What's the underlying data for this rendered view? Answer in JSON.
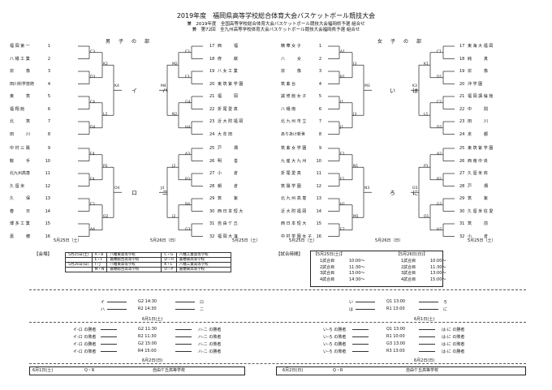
{
  "header": {
    "title": "2019年度　福岡県高等学校総合体育大会バスケットボール競技大会",
    "line2": "兼　2019年度　全国高等学校総合体育大会バスケットボール競技大会福岡県予選 組合せ",
    "line3": "兼　第72回　全九州高等学校体育大会バスケットボール競技大会福岡県予選 組合せ"
  },
  "sections": {
    "boys": "男　子　の　部",
    "girls": "女　子　の　部"
  },
  "boys_left": [
    {
      "n": "1",
      "name": "福 岡 第 一"
    },
    {
      "n": "2",
      "name": "八 幡 工 業"
    },
    {
      "n": "3",
      "name": "宗　　　像"
    },
    {
      "n": "4",
      "name": "田川科学技術"
    },
    {
      "n": "5",
      "name": "東　　　筑"
    },
    {
      "n": "6",
      "name": "福 翔 館"
    },
    {
      "n": "7",
      "name": "北　　　筑"
    },
    {
      "n": "8",
      "name": "田　　　川"
    },
    {
      "n": "9",
      "name": "中 村 三 陽"
    },
    {
      "n": "10",
      "name": "鞍　　　手"
    },
    {
      "n": "11",
      "name": "北九州高専"
    },
    {
      "n": "12",
      "name": "久 留 米"
    },
    {
      "n": "13",
      "name": "久　　　保"
    },
    {
      "n": "14",
      "name": "春　　　日"
    },
    {
      "n": "15",
      "name": "博 多 工 業"
    },
    {
      "n": "16",
      "name": "嘉　　　穂"
    }
  ],
  "boys_right": [
    {
      "n": "17",
      "name": "西　　　福"
    },
    {
      "n": "18",
      "name": "修　　　猷"
    },
    {
      "n": "19",
      "name": "八 女 工 業"
    },
    {
      "n": "20",
      "name": "東 筑 紫 学 園"
    },
    {
      "n": "21",
      "name": "福　　　岡"
    },
    {
      "n": "22",
      "name": "折 尾 愛 真"
    },
    {
      "n": "23",
      "name": "近 大 附 福 岡"
    },
    {
      "n": "24",
      "name": "大 牟 田"
    },
    {
      "n": "25",
      "name": "戸　　　畑"
    },
    {
      "n": "26",
      "name": "明　　　善"
    },
    {
      "n": "27",
      "name": "小　　　倉"
    },
    {
      "n": "28",
      "name": "朝　　　倉"
    },
    {
      "n": "29",
      "name": "筑　　　紫"
    },
    {
      "n": "30",
      "name": "西 日 本 短 大"
    },
    {
      "n": "31",
      "name": "自 由 ケ 丘"
    },
    {
      "n": "32",
      "name": "福 岡 大 濠"
    }
  ],
  "girls_left": [
    {
      "n": "1",
      "name": "精 華 女 子"
    },
    {
      "n": "2",
      "name": "八　　　女"
    },
    {
      "n": "3",
      "name": "宗　　　像"
    },
    {
      "n": "4",
      "name": "筑 紫 台"
    },
    {
      "n": "5",
      "name": "誠 修 館 女 子"
    },
    {
      "n": "6",
      "name": "八 幡 南"
    },
    {
      "n": "7",
      "name": "北 九 州 市 立"
    },
    {
      "n": "8",
      "name": "ありあけ新世"
    },
    {
      "n": "9",
      "name": "筑 紫 女 学 園"
    },
    {
      "n": "10",
      "name": "九 産 大 九 州"
    },
    {
      "n": "11",
      "name": "折 尾 愛 真"
    },
    {
      "n": "12",
      "name": "筑 陽 学 園"
    },
    {
      "n": "13",
      "name": "北 九 州 高 専"
    },
    {
      "n": "14",
      "name": "近 大 附 福 岡"
    },
    {
      "n": "15",
      "name": "西 日 本 短 大"
    },
    {
      "n": "16",
      "name": "中 村 学 園 女 子"
    }
  ],
  "girls_right": [
    {
      "n": "17",
      "name": "東 海 大 福 岡"
    },
    {
      "n": "18",
      "name": "純　　　真"
    },
    {
      "n": "19",
      "name": "宗　　　像"
    },
    {
      "n": "20",
      "name": "沖 学 園"
    },
    {
      "n": "21",
      "name": "福 岡 講 倫 館"
    },
    {
      "n": "22",
      "name": "中　　　間"
    },
    {
      "n": "23",
      "name": "田　　　川"
    },
    {
      "n": "24",
      "name": "京　　　都"
    },
    {
      "n": "25",
      "name": "東 筑 紫 学 園"
    },
    {
      "n": "26",
      "name": "西 南 中 央"
    },
    {
      "n": "27",
      "name": "久 留 米 商"
    },
    {
      "n": "28",
      "name": "戸　　　畑"
    },
    {
      "n": "29",
      "name": "筑　　　紫"
    },
    {
      "n": "30",
      "name": "久 留 米 信 愛"
    },
    {
      "n": "31",
      "name": "筑　　　前"
    },
    {
      "n": "32",
      "name": "小　　　倉"
    }
  ],
  "boys_codes_l1": [
    "C3",
    "D3",
    "C4",
    "D4",
    "E4",
    "F4",
    "E3",
    "A4"
  ],
  "boys_codes_l2": [
    "K2",
    "L2",
    "P2",
    "O2"
  ],
  "boys_codes_l3": [
    "K4",
    "O4"
  ],
  "boys_codes_r1": [
    "E3",
    "F3",
    "G4",
    "H4",
    "A3",
    "B3",
    "B4",
    "G3"
  ],
  "boys_codes_r2": [
    "M2",
    "N2",
    "J2",
    "I2"
  ],
  "boys_codes_r3": [
    "M4",
    "J4"
  ],
  "boys_block_labels": {
    "i": "イ",
    "ha": "ハ",
    "ro": "ロ",
    "ni": "ニ"
  },
  "girls_codes_l1": [
    "A1",
    "B1",
    "I1",
    "J1",
    "E1",
    "F1",
    "H1",
    "E2"
  ],
  "girls_codes_l2": [
    "I3",
    "J3",
    "N1",
    "M1"
  ],
  "girls_codes_l3": [
    "M3",
    "N3"
  ],
  "girls_codes_r1": [
    "C1",
    "D1",
    "C2",
    "D2",
    "A2",
    "B2",
    "G2",
    "H2"
  ],
  "girls_codes_r2": [
    "K1",
    "L1",
    "P1",
    "O1"
  ],
  "girls_codes_r3": [
    "K3",
    "O3"
  ],
  "girls_block_labels": {
    "i": "い",
    "ha": "は",
    "ro": "ろ",
    "ni": "に"
  },
  "dates": {
    "d1": "5月25日（土）",
    "d2": "5月26日（日）"
  },
  "venue": {
    "title": "【会場】",
    "rows": [
      [
        "5月25日(土)",
        "A・B",
        "八幡東高等学校",
        "C・G",
        "八幡工業高等学校"
      ],
      [
        "",
        "E・F",
        "嘉穂総合高等学校",
        "D・H",
        "嘉穂東高等学校"
      ],
      [
        "5月26日(日)",
        "I・J",
        "八幡東高等学校",
        "K・L",
        "八幡工業高等学校"
      ],
      [
        "",
        "M・N",
        "嘉穂総合高等学校",
        "O・P",
        "嘉穂東高等学校"
      ]
    ]
  },
  "time": {
    "title": "【試合時間】",
    "d1": "【5月25日(土)】",
    "d2": "【5月26日(日)】",
    "rows": [
      [
        "1試合目",
        "10:00～",
        "1試合目",
        "10:00～"
      ],
      [
        "2試合目",
        "11:30～",
        "2試合目",
        "11:30～"
      ],
      [
        "3試合目",
        "13:00～",
        "3試合目",
        "13:00～"
      ],
      [
        "4試合目",
        "14:30～",
        "4試合目",
        "15:00～"
      ]
    ]
  },
  "finals1": {
    "boys": [
      [
        "イ",
        "G2 14:30",
        "ロ"
      ],
      [
        "ハ",
        "R2 14:30",
        "ニ"
      ]
    ],
    "girls": [
      [
        "い",
        "Q1 13:00",
        "ろ"
      ],
      [
        "は",
        "R1 13:00",
        "に"
      ]
    ],
    "date": "6月1日(土)"
  },
  "finals2": {
    "boys": [
      [
        "イ-ロ の勝者",
        "G2 11:30",
        "ハ-ニ の勝者"
      ],
      [
        "イ-ロ の敗者",
        "R2 11:30",
        "ハ-ニ の敗者"
      ],
      [
        "イ-ロ の勝者",
        "G2 15:00",
        "ハ-ニ の敗者"
      ],
      [
        "イ-ロ の敗者",
        "R4 15:00",
        "ハ-ニ の勝者"
      ]
    ],
    "girls": [
      [
        "い-ろ の勝者",
        "Q1 13:00",
        "は-に の勝者"
      ],
      [
        "い-ろ の敗者",
        "R1 10:00",
        "は-に の敗者"
      ],
      [
        "い-ろ の勝者",
        "G3 13:00",
        "は-に の敗者"
      ],
      [
        "い-ろ の敗者",
        "R3 13:00",
        "は-に の勝者"
      ]
    ],
    "date": "6月2日(日)"
  },
  "footer": {
    "left_date": "6月1日(土)",
    "qr": "Q・R",
    "school": "自由ケ丘高等学校",
    "right_date": "6月2日(日)"
  }
}
